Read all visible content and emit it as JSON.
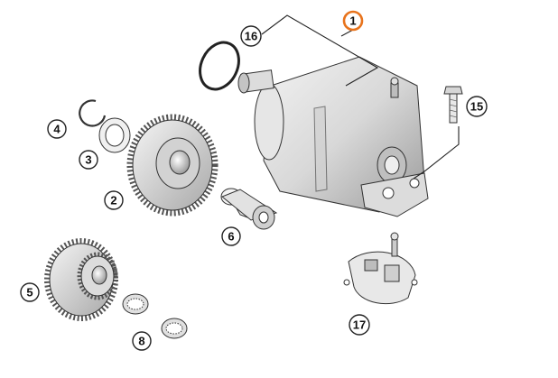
{
  "diagram": {
    "labels": {
      "starter_motor": "1",
      "gear_large": "2",
      "washer": "3",
      "circlip": "4",
      "double_gear": "5",
      "bushing": "6",
      "needle_bearing": "8",
      "screw": "15",
      "o_ring": "16",
      "brush_holder": "17"
    },
    "highlight_color": "#e8731c"
  }
}
